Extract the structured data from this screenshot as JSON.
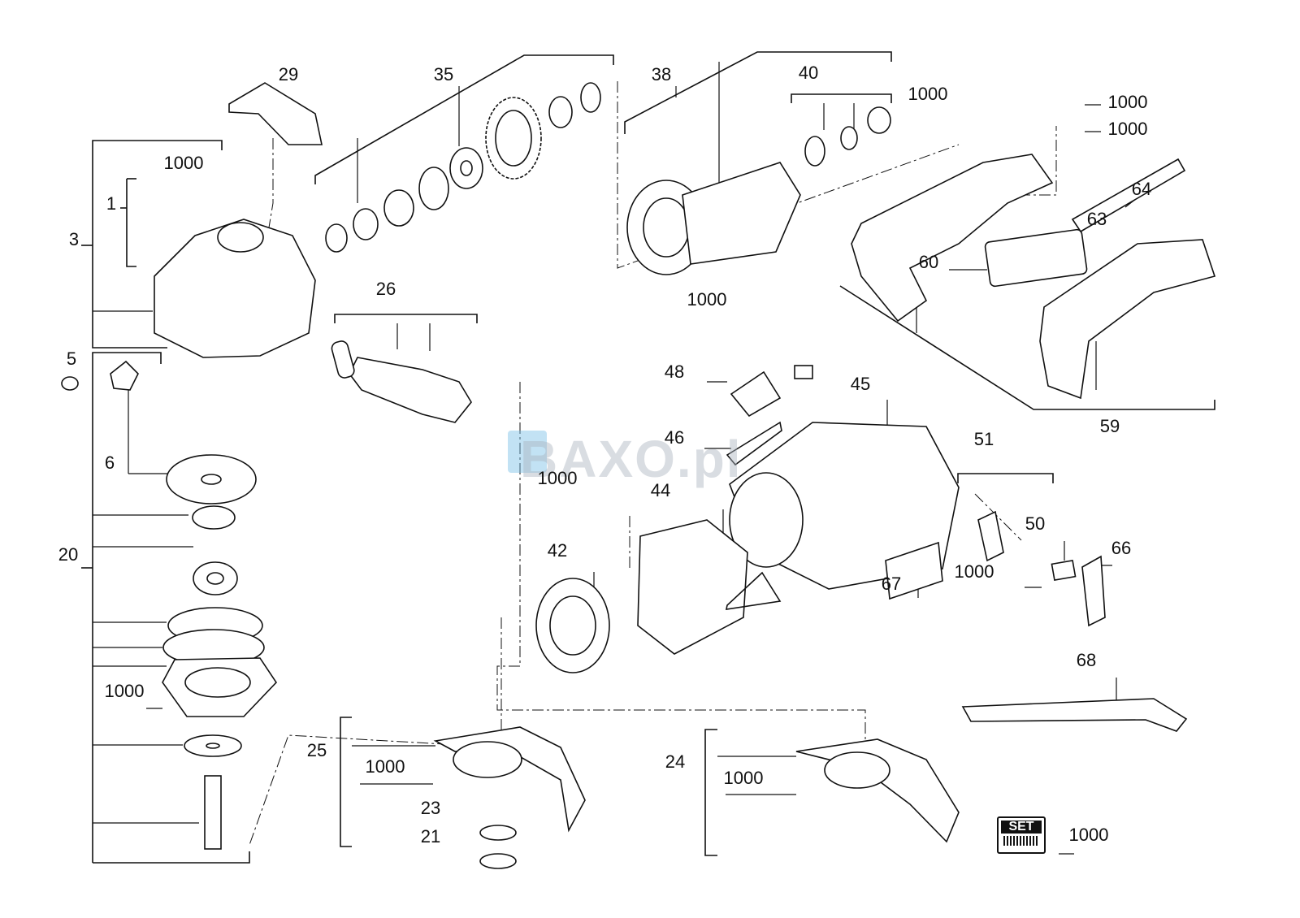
{
  "title": "Angle grinder exploded parts diagram",
  "watermark": "BAXO.pl",
  "set_icon_label": "SET",
  "part_labels": [
    "29",
    "35",
    "38",
    "40",
    "1000",
    "1000",
    "1000",
    "64",
    "63",
    "60",
    "1000",
    "1",
    "3",
    "26",
    "1000",
    "48",
    "45",
    "5",
    "6",
    "46",
    "59",
    "51",
    "1000",
    "44",
    "50",
    "66",
    "20",
    "42",
    "1000",
    "67",
    "68",
    "1000",
    "25",
    "1000",
    "24",
    "1000",
    "23",
    "21",
    "1000"
  ]
}
